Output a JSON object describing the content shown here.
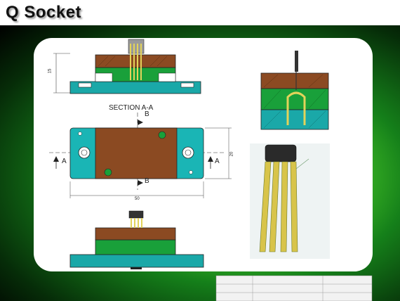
{
  "slide": {
    "title": "Q Socket",
    "section_label": "SECTION A-A",
    "marker_a": "A",
    "marker_b": "B",
    "dim_height": "15",
    "dim_width": "50",
    "dim_depth": "20"
  },
  "colors": {
    "brown": "#8b4a22",
    "green": "#19a03a",
    "teal": "#1aa8a8",
    "gold": "#d8c44a",
    "background_green": "#1e9b2a"
  }
}
